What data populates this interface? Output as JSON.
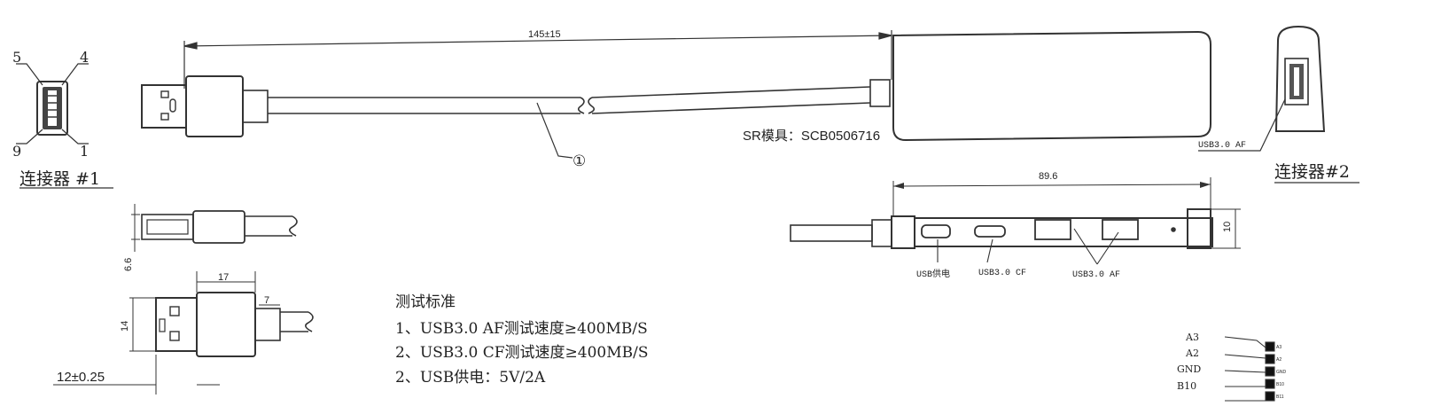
{
  "connector1": {
    "pin_5": "5",
    "pin_4": "4",
    "pin_9": "9",
    "pin_1": "1",
    "title": "连接器 #1"
  },
  "connector2": {
    "title": "连接器#2",
    "port_label": "USB3.0 AF"
  },
  "cable": {
    "length_dim": "145±15",
    "callout": "①",
    "mold_label": "SR模具：SCB0506716"
  },
  "hub_side": {
    "length_dim": "89.6",
    "height_dim": "10",
    "port_power": "USB供电",
    "port_cf": "USB3.0 CF",
    "port_af": "USB3.0 AF"
  },
  "plug_dims": {
    "thickness": "6.6",
    "body_length": "17",
    "step": "7",
    "width": "14",
    "insertion": "12±0.25"
  },
  "test_standard": {
    "title": "测试标准",
    "items": [
      "1、USB3.0 AF测试速度≥400MB/S",
      "2、USB3.0 CF测试速度≥400MB/S",
      "2、USB供电：5V/2A"
    ]
  },
  "pinout": {
    "labels": [
      "A3",
      "A2",
      "GND",
      "B10"
    ],
    "pad_labels": [
      "A3",
      "A2",
      "GND",
      "B10",
      "B11"
    ]
  }
}
